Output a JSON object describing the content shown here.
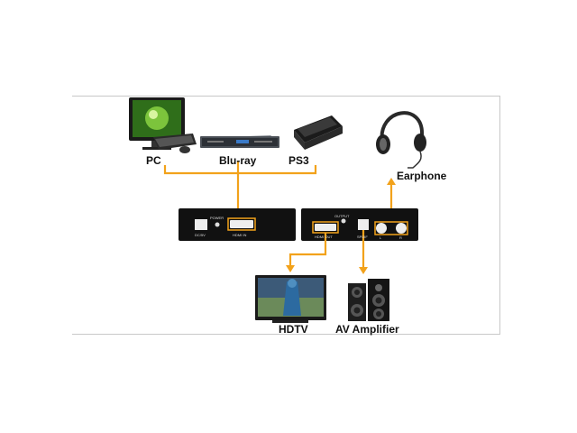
{
  "sources": {
    "pc_label": "PC",
    "bluray_label": "Blu-ray",
    "ps3_label": "PS3"
  },
  "outputs": {
    "earphone_label": "Earphone",
    "hdtv_label": "HDTV",
    "amplifier_label": "AV Amplifier"
  },
  "input_unit": {
    "power_label": "POWER",
    "dc_label": "DC/5V",
    "hdmi_in_label": "HDMI IN"
  },
  "output_unit": {
    "output_label": "OUTPUT",
    "hdmi_out_label": "HDMI OUT",
    "spdif_label": "SPDIF",
    "l_label": "L",
    "r_label": "R"
  },
  "colors": {
    "connector": "#f2a21b",
    "device_body": "#111111"
  }
}
